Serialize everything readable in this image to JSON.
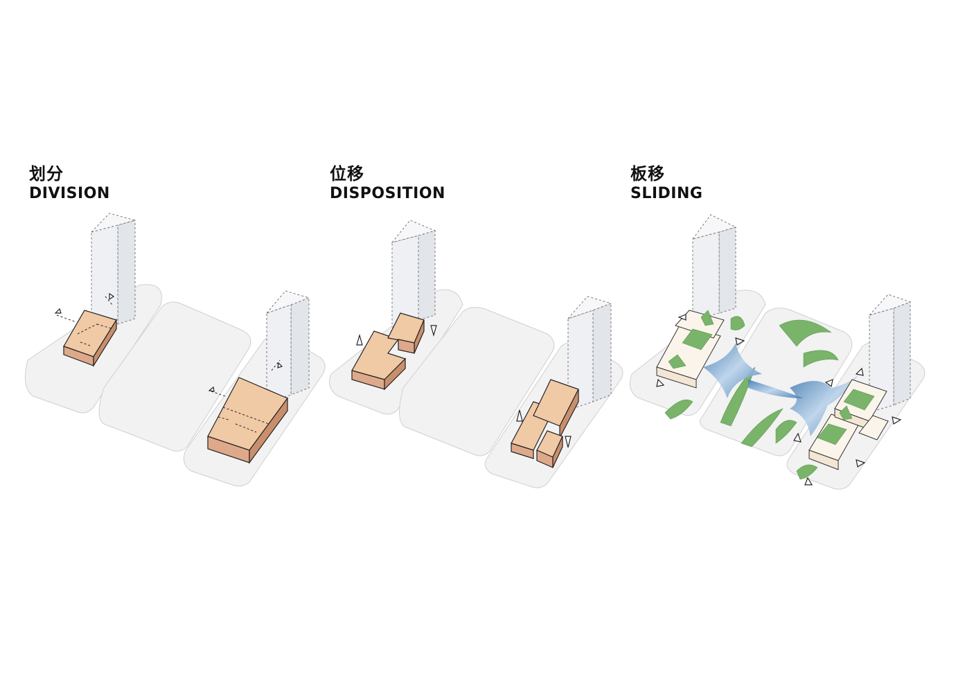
{
  "panels": [
    {
      "title_zh": "划分",
      "title_en": "DIVISION"
    },
    {
      "title_zh": "位移",
      "title_en": "DISPOSITION"
    },
    {
      "title_zh": "板移",
      "title_en": "SLIDING"
    }
  ],
  "colors": {
    "plot": "#f2f2f2",
    "mass": "#f0c9a5",
    "green": "#7ab36a",
    "flow": "#5b8fbf"
  }
}
